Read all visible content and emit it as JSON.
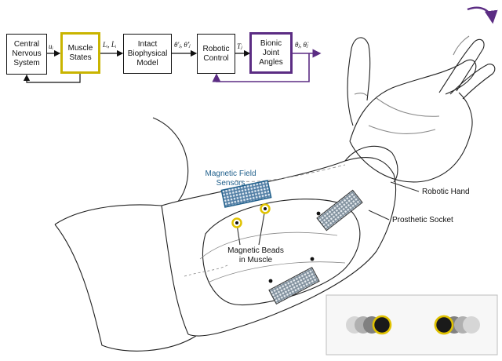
{
  "colors": {
    "muscle": "#c9b400",
    "bionic": "#5b2c83",
    "sensor_label": "#1f5f8b",
    "sensor_fill": "#5f86a8",
    "bead": "#e0c200",
    "inset_border": "#bdbdbd"
  },
  "blocks": {
    "cns": "Central\nNervous\nSystem",
    "muscle": "Muscle\nStates",
    "biophys": "Intact\nBiophysical\nModel",
    "robotic": "Robotic\nControl",
    "bionic": "Bionic\nJoint\nAngles"
  },
  "signals": {
    "u": "uᵢ",
    "L": "Lᵢ, L̇ᵢ",
    "theta_prime": "θ'ⱼ, θ̇'ⱼ",
    "T": "Tⱼ",
    "theta": "θⱼ, θ̇ⱼ"
  },
  "labels": {
    "sensors": "Magnetic Field\nSensors",
    "beads": "Magnetic Beads\nin Muscle",
    "robotic_hand": "Robotic Hand",
    "socket": "Prosthetic Socket"
  }
}
